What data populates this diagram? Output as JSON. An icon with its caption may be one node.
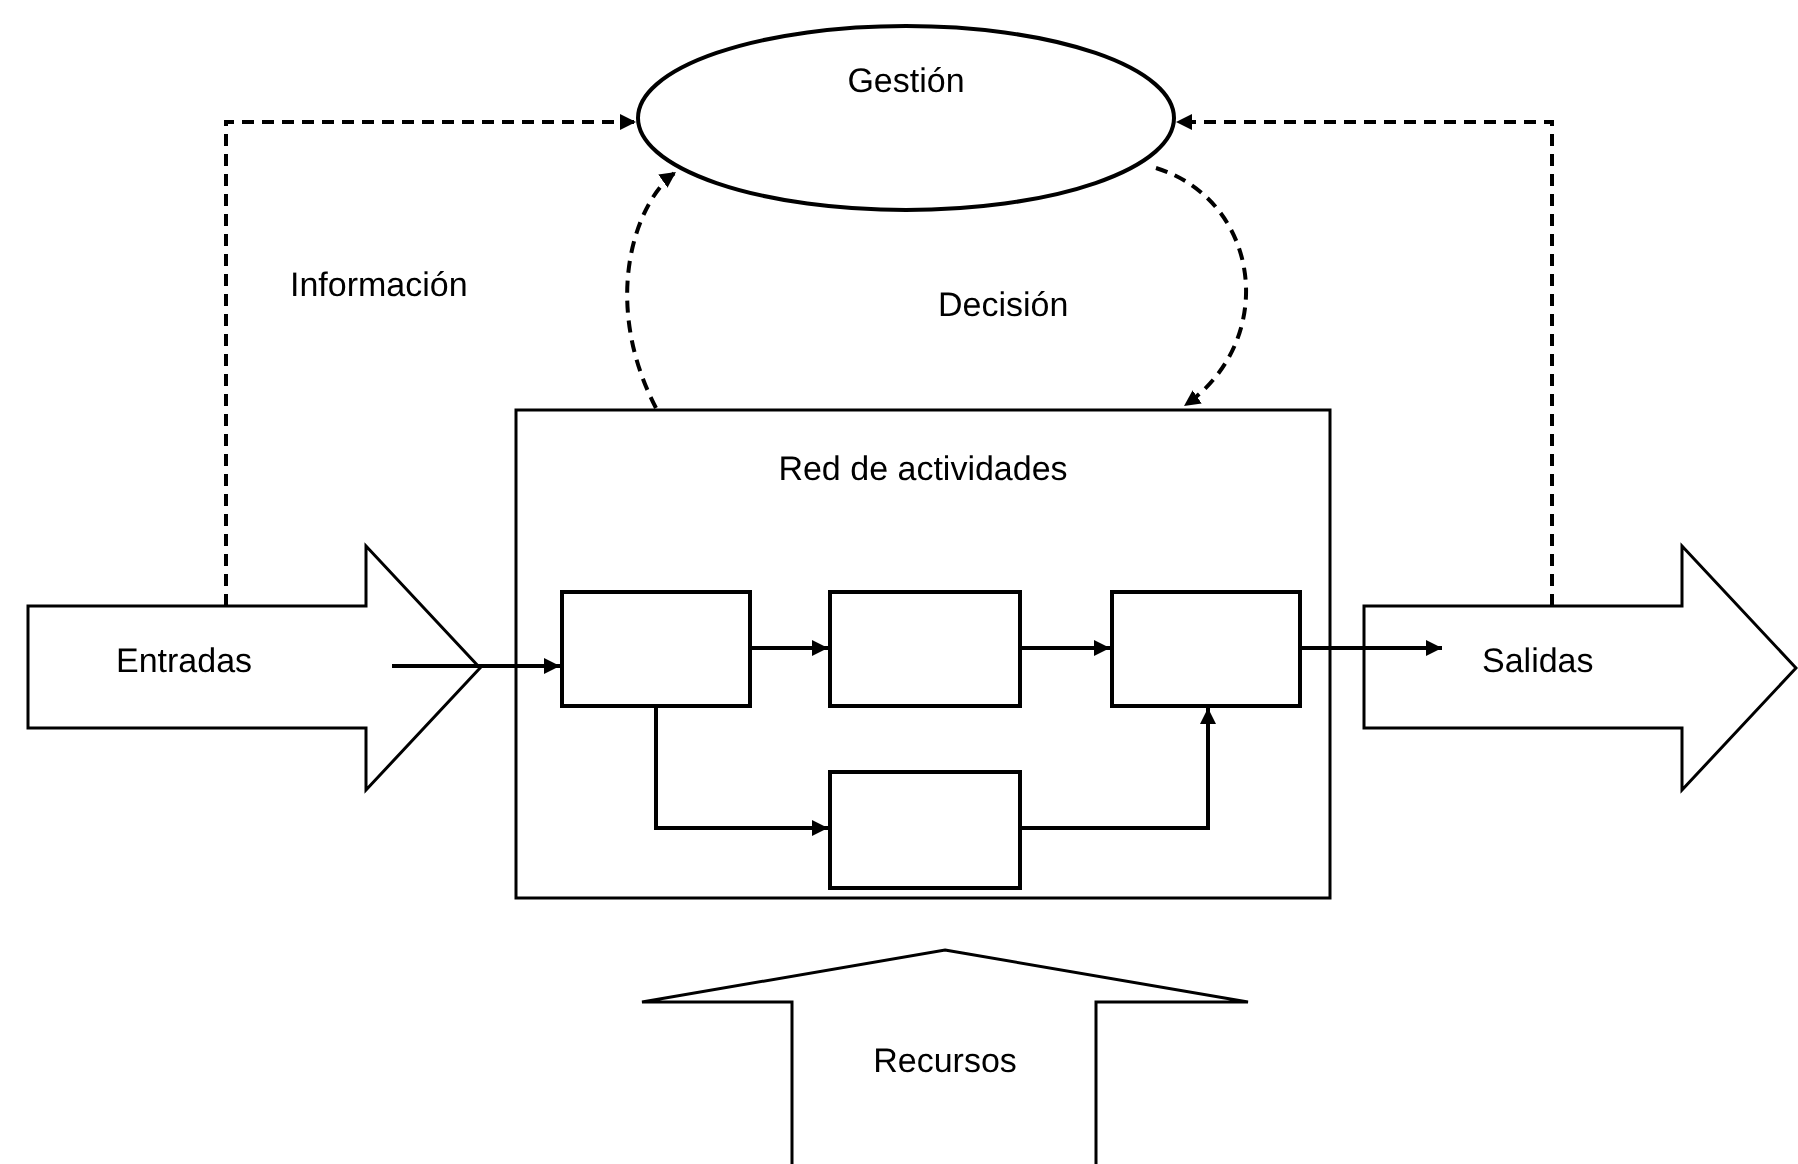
{
  "diagram": {
    "nodes": [
      {
        "text": [
          "Gestión"
        ]
      },
      {
        "text": [
          "Red de actividades"
        ]
      },
      {
        "text": [
          "Entradas"
        ]
      },
      {
        "text": [
          "Salidas"
        ]
      },
      {
        "text": [
          "Recursos"
        ]
      },
      {
        "text": [],
        "shape": "box",
        "in": 1
      },
      {
        "text": [],
        "shape": "box",
        "in": 1
      },
      {
        "text": [],
        "shape": "box",
        "in": 1
      },
      {
        "text": [],
        "shape": "box",
        "in": 1
      }
    ],
    "edges": [
      {
        "from": 2,
        "to": 5,
        "arrow": "to"
      },
      {
        "from": 5,
        "to": 6,
        "arrow": "to"
      },
      {
        "from": 6,
        "to": 7,
        "arrow": "to"
      },
      {
        "from": 5,
        "to": 8,
        "arrow": "to"
      },
      {
        "from": 8,
        "to": 7,
        "arrow": "to"
      },
      {
        "from": 7,
        "to": 3,
        "arrow": "to"
      },
      {
        "from": 2,
        "to": 0,
        "arrow": "to",
        "style": "dashed"
      },
      {
        "from": 3,
        "to": 0,
        "arrow": "to",
        "style": "dashed"
      },
      {
        "from": 1,
        "to": 0,
        "arrow": "to",
        "style": "dashed",
        "label": "Información"
      },
      {
        "from": 0,
        "to": 1,
        "arrow": "to",
        "style": "dashed",
        "label": "Decisión"
      }
    ]
  }
}
